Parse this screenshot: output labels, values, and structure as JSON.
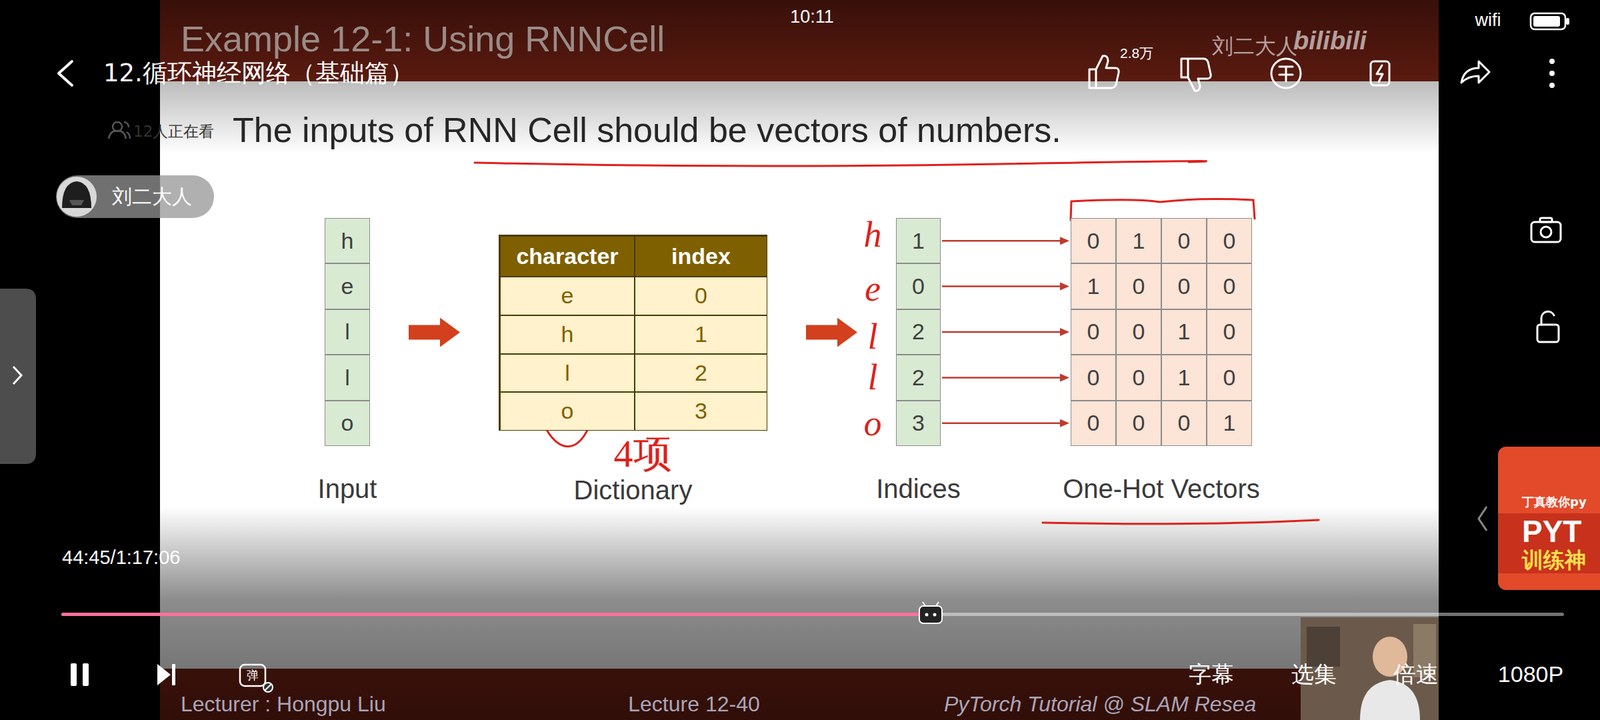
{
  "diagram": {
    "title": "Example 12-1: Using RNNCell",
    "nodes": [
      {
        "text": [
          "Input"
        ]
      },
      {
        "text": [
          "h"
        ],
        "in": 0
      },
      {
        "text": [
          "e"
        ],
        "in": 0
      },
      {
        "text": [
          "l"
        ],
        "in": 0
      },
      {
        "text": [
          "l"
        ],
        "in": 0
      },
      {
        "text": [
          "o"
        ],
        "in": 0
      },
      {
        "text": [
          "Dictionary"
        ]
      },
      {
        "text": [
          "Indices"
        ]
      },
      {
        "text": [
          "1"
        ],
        "in": 7
      },
      {
        "text": [
          "0"
        ],
        "in": 7
      },
      {
        "text": [
          "2"
        ],
        "in": 7
      },
      {
        "text": [
          "2"
        ],
        "in": 7
      },
      {
        "text": [
          "3"
        ],
        "in": 7
      },
      {
        "text": [
          "One-Hot Vectors"
        ]
      },
      {
        "text": [
          "0",
          "1",
          "0",
          "0"
        ],
        "in": 13
      },
      {
        "text": [
          "1",
          "0",
          "0",
          "0"
        ],
        "in": 13
      },
      {
        "text": [
          "0",
          "0",
          "1",
          "0"
        ],
        "in": 13
      },
      {
        "text": [
          "0",
          "0",
          "1",
          "0"
        ],
        "in": 13
      },
      {
        "text": [
          "0",
          "0",
          "0",
          "1"
        ],
        "in": 13
      }
    ],
    "edges": [
      {
        "from": 0,
        "to": 6,
        "arrow": "to"
      },
      {
        "from": 6,
        "to": 7,
        "arrow": "to"
      },
      {
        "from": 8,
        "to": 14,
        "arrow": "to"
      },
      {
        "from": 9,
        "to": 15,
        "arrow": "to"
      },
      {
        "from": 10,
        "to": 16,
        "arrow": "to"
      },
      {
        "from": 11,
        "to": 17,
        "arrow": "to"
      },
      {
        "from": 12,
        "to": 18,
        "arrow": "to"
      }
    ],
    "labels": [
      "10:11",
      "wifi",
      "12.循环神经网络（基础篇）",
      "2.8万",
      "12人正在看",
      "刘二大人",
      "刘二大人",
      "bilibili",
      "The inputs of RNN Cell should be vectors of numbers.",
      "character",
      "index",
      "e",
      "0",
      "h",
      "1",
      "l",
      "2",
      "o",
      "3",
      "4项",
      "h",
      "e",
      "l",
      "l",
      "o",
      "44:45/1:17:06",
      "弹",
      "字幕",
      "选集",
      "倍速",
      "1080P",
      "Lecturer : Hongpu Liu",
      "Lecture 12-40",
      "PyTorch Tutorial @ SLAM Resea",
      "丁真教你py",
      "PYT",
      "训练神"
    ]
  }
}
